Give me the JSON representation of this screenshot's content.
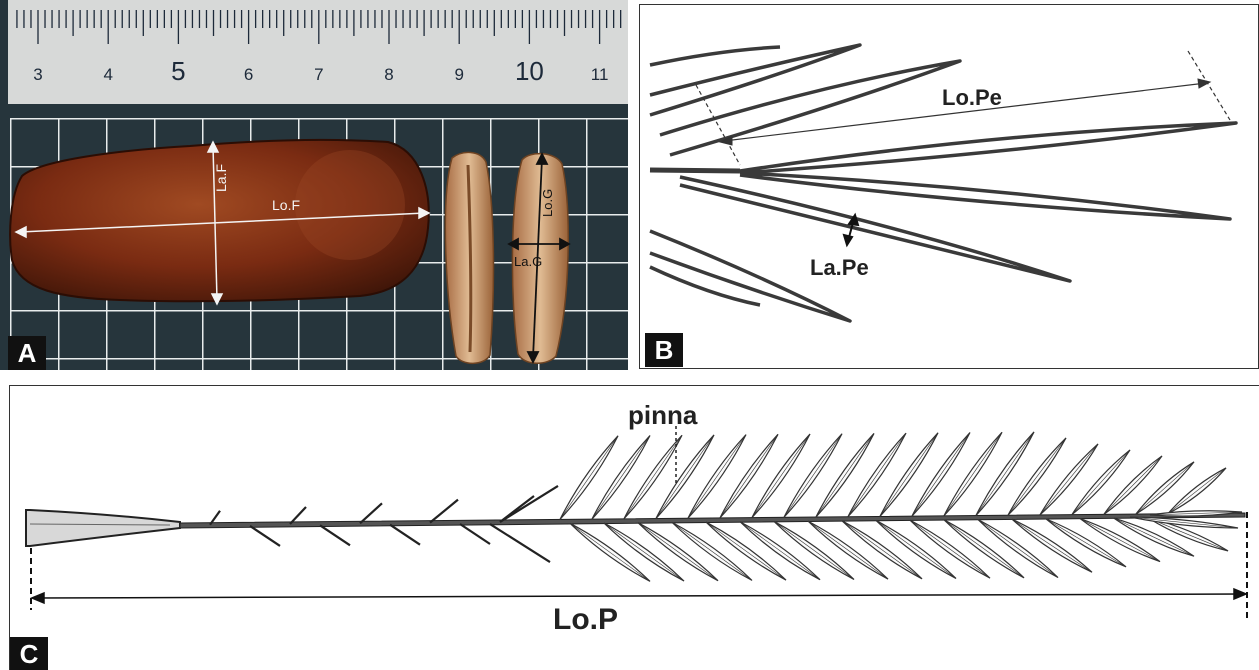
{
  "panel_a": {
    "label": "A",
    "ruler_numbers": [
      "3",
      "4",
      "5",
      "6",
      "7",
      "8",
      "9",
      "10",
      "11"
    ],
    "fruit_width": "La.F",
    "fruit_length": "Lo.F",
    "seed_length": "Lo.G",
    "seed_width": "La.G"
  },
  "panel_b": {
    "label": "B",
    "pinna_length": "Lo.Pe",
    "pinna_width": "La.Pe"
  },
  "panel_c": {
    "label": "C",
    "pinna_label": "pinna",
    "palm_length": "Lo.P"
  },
  "colors": {
    "board": "#26353c",
    "ruler": "#d7d9d8",
    "fruit": "#7a2b12",
    "seed": "#c8936b",
    "ink": "#222222"
  }
}
